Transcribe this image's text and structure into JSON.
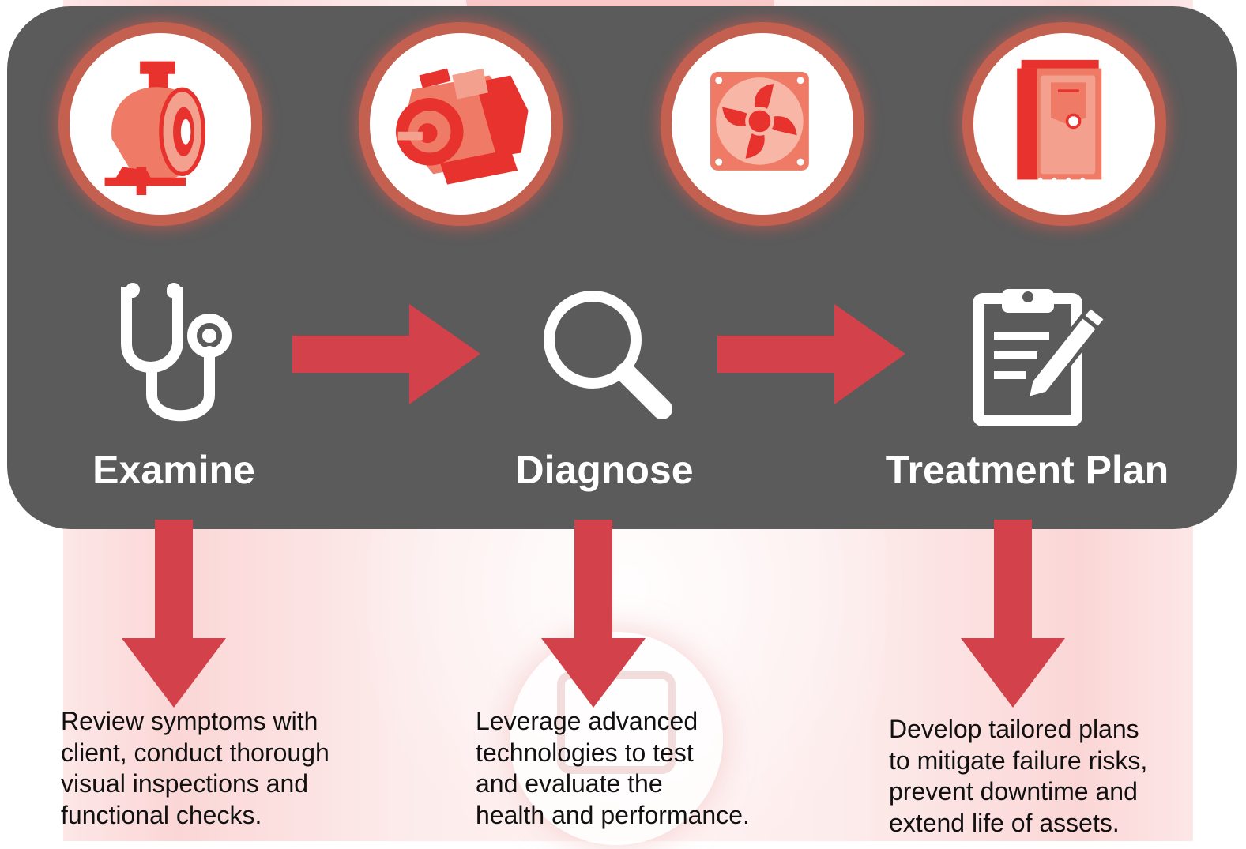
{
  "assets": [
    {
      "name": "pump-icon"
    },
    {
      "name": "motor-icon"
    },
    {
      "name": "fan-icon"
    },
    {
      "name": "drive-icon"
    }
  ],
  "stages": [
    {
      "label": "Examine",
      "icon": "stethoscope-icon",
      "description": [
        "Review symptoms with",
        "client, conduct thorough",
        "visual inspections and",
        "functional checks."
      ]
    },
    {
      "label": "Diagnose",
      "icon": "magnifier-icon",
      "description": [
        "Leverage advanced",
        "technologies to test",
        "and evaluate the",
        "health and performance."
      ]
    },
    {
      "label": "Treatment Plan",
      "icon": "clipboard-icon",
      "description": [
        "Develop tailored plans",
        "to mitigate failure risks,",
        "prevent downtime and",
        "extend life of assets."
      ]
    }
  ],
  "colors": {
    "panel": "#5b5b5b",
    "arrow": "#d3424a",
    "icon_red": "#e8322d",
    "icon_salmon": "#ef7a66",
    "ring": "#c4604f"
  }
}
